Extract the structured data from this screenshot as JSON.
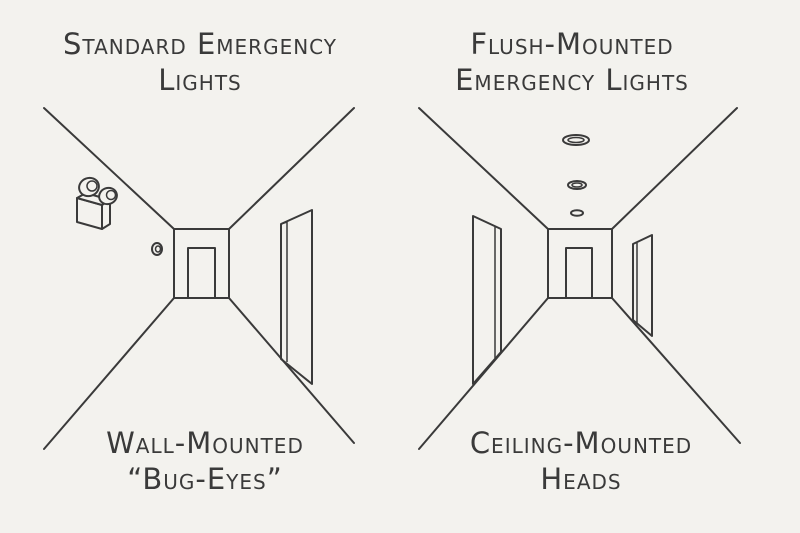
{
  "panels": {
    "left": {
      "title_line1": "Standard Emergency",
      "title_line2": "Lights",
      "caption_line1": "Wall-Mounted",
      "caption_line2": "“Bug-Eyes”"
    },
    "right": {
      "title_line1": "Flush-Mounted",
      "title_line2": "Emergency Lights",
      "caption_line1": "Ceiling-Mounted",
      "caption_line2": "Heads"
    }
  },
  "icons": {
    "bug_eye_light": "wall-mounted-twin-head-emergency-light",
    "wall_sensor": "round-wall-fixture",
    "ceiling_light": "flush-ceiling-emergency-head"
  },
  "colors": {
    "background": "#f3f2ee",
    "ink": "#3a3a3a"
  }
}
